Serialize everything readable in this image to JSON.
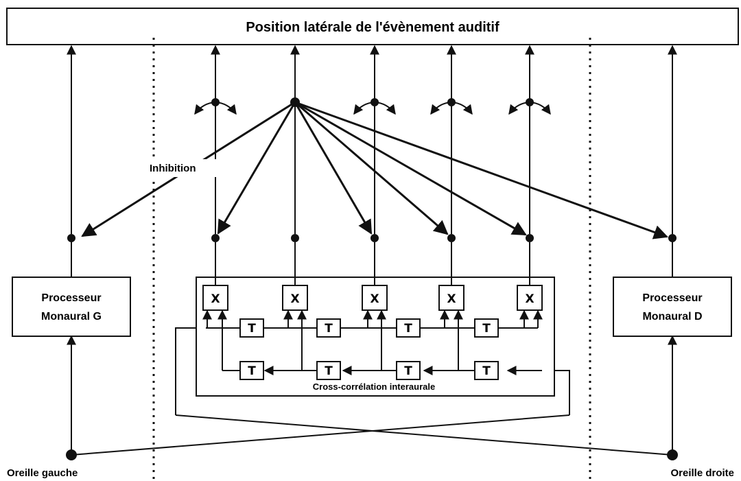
{
  "title": "Position latérale de l'évènement auditif",
  "inhibition_label": "Inhibition",
  "left_processor": {
    "line1": "Processeur",
    "line2": "Monaural G"
  },
  "right_processor": {
    "line1": "Processeur",
    "line2": "Monaural D"
  },
  "cross_correlation_label": "Cross-corrélation interaurale",
  "multiplier_symbol": "X",
  "delay_symbol": "T",
  "left_ear_label": "Oreille gauche",
  "right_ear_label": "Oreille droite"
}
